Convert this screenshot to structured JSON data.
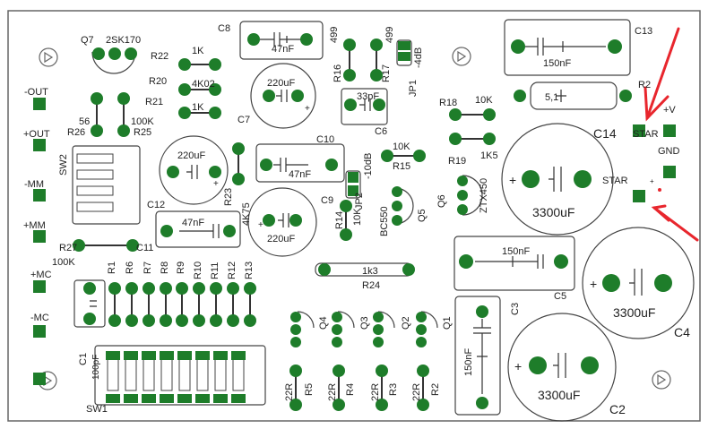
{
  "labels": [
    {
      "id": "q7",
      "text": "Q7"
    },
    {
      "id": "q7v",
      "text": "2SK170"
    },
    {
      "id": "r22",
      "text": "R22"
    },
    {
      "id": "r22v",
      "text": "1K"
    },
    {
      "id": "r20",
      "text": "R20"
    },
    {
      "id": "r20v",
      "text": "4K02"
    },
    {
      "id": "r21",
      "text": "R21"
    },
    {
      "id": "r21v",
      "text": "1K"
    },
    {
      "id": "c8",
      "text": "C8"
    },
    {
      "id": "c8v",
      "text": "47nF"
    },
    {
      "id": "r16v",
      "text": "499"
    },
    {
      "id": "r17v",
      "text": "499"
    },
    {
      "id": "r16",
      "text": "R16"
    },
    {
      "id": "r17",
      "text": "R17"
    },
    {
      "id": "jp1v",
      "text": "-4dB"
    },
    {
      "id": "jp1",
      "text": "JP1"
    },
    {
      "id": "c13",
      "text": "C13"
    },
    {
      "id": "c13v",
      "text": "150nF"
    },
    {
      "id": "r2x",
      "text": "R2"
    },
    {
      "id": "r5v",
      "text": "5,1"
    },
    {
      "id": "outm",
      "text": "-OUT"
    },
    {
      "id": "outp",
      "text": "+OUT"
    },
    {
      "id": "r26v",
      "text": "56"
    },
    {
      "id": "r26",
      "text": "R26"
    },
    {
      "id": "r25v",
      "text": "100K"
    },
    {
      "id": "r25",
      "text": "R25"
    },
    {
      "id": "c7v",
      "text": "220uF"
    },
    {
      "id": "c7",
      "text": "C7"
    },
    {
      "id": "c6v",
      "text": "33pF"
    },
    {
      "id": "c6",
      "text": "C6"
    },
    {
      "id": "r18",
      "text": "R18"
    },
    {
      "id": "r18v",
      "text": "10K"
    },
    {
      "id": "c14",
      "text": "C14"
    },
    {
      "id": "star1",
      "text": "STAR"
    },
    {
      "id": "pv",
      "text": "+V"
    },
    {
      "id": "gnd",
      "text": "GND"
    },
    {
      "id": "star2",
      "text": "STAR"
    },
    {
      "id": "sw2",
      "text": "SW2"
    },
    {
      "id": "c12v",
      "text": "220uF"
    },
    {
      "id": "c12",
      "text": "C12"
    },
    {
      "id": "c10",
      "text": "C10"
    },
    {
      "id": "c10v",
      "text": "47nF"
    },
    {
      "id": "jp2v",
      "text": "-10dB"
    },
    {
      "id": "jp2",
      "text": "JP2"
    },
    {
      "id": "r15v",
      "text": "10K"
    },
    {
      "id": "r15",
      "text": "R15"
    },
    {
      "id": "r19",
      "text": "R19"
    },
    {
      "id": "r19v",
      "text": "1K5"
    },
    {
      "id": "q6",
      "text": "Q6"
    },
    {
      "id": "q6v",
      "text": "ZTX450"
    },
    {
      "id": "c14v",
      "text": "3300uF"
    },
    {
      "id": "mmm",
      "text": "-MM"
    },
    {
      "id": "mmp",
      "text": "+MM"
    },
    {
      "id": "r23",
      "text": "R23"
    },
    {
      "id": "r23v",
      "text": "4K75"
    },
    {
      "id": "c9",
      "text": "C9"
    },
    {
      "id": "c9v",
      "text": "220uF"
    },
    {
      "id": "r14",
      "text": "R14"
    },
    {
      "id": "r14v",
      "text": "10K"
    },
    {
      "id": "q5v",
      "text": "BC550"
    },
    {
      "id": "q5",
      "text": "Q5"
    },
    {
      "id": "c11v",
      "text": "47nF"
    },
    {
      "id": "r27",
      "text": "R27"
    },
    {
      "id": "c11",
      "text": "C11"
    },
    {
      "id": "r27v",
      "text": "100K"
    },
    {
      "id": "c5v",
      "text": "150nF"
    },
    {
      "id": "c5",
      "text": "C5"
    },
    {
      "id": "c4v",
      "text": "3300uF"
    },
    {
      "id": "c4",
      "text": "C4"
    },
    {
      "id": "r1",
      "text": "R1"
    },
    {
      "id": "r6",
      "text": "R6"
    },
    {
      "id": "r7",
      "text": "R7"
    },
    {
      "id": "r8",
      "text": "R8"
    },
    {
      "id": "r9",
      "text": "R9"
    },
    {
      "id": "r10",
      "text": "R10"
    },
    {
      "id": "r11",
      "text": "R11"
    },
    {
      "id": "r12",
      "text": "R12"
    },
    {
      "id": "r13",
      "text": "R13"
    },
    {
      "id": "r24v",
      "text": "1k3"
    },
    {
      "id": "r24",
      "text": "R24"
    },
    {
      "id": "mcp",
      "text": "+MC"
    },
    {
      "id": "mcm",
      "text": "-MC"
    },
    {
      "id": "q4",
      "text": "Q4"
    },
    {
      "id": "q3",
      "text": "Q3"
    },
    {
      "id": "q2",
      "text": "Q2"
    },
    {
      "id": "q1",
      "text": "Q1"
    },
    {
      "id": "c3",
      "text": "C3"
    },
    {
      "id": "c3v",
      "text": "150nF"
    },
    {
      "id": "c1",
      "text": "C1"
    },
    {
      "id": "c1v",
      "text": "100pF"
    },
    {
      "id": "r5",
      "text": "R5"
    },
    {
      "id": "r4",
      "text": "R4"
    },
    {
      "id": "r3",
      "text": "R3"
    },
    {
      "id": "r2",
      "text": "R2"
    },
    {
      "id": "r22r5",
      "text": "22R"
    },
    {
      "id": "r22r4",
      "text": "22R"
    },
    {
      "id": "r22r3",
      "text": "22R"
    },
    {
      "id": "r22r2",
      "text": "22R"
    },
    {
      "id": "c2v",
      "text": "3300uF"
    },
    {
      "id": "c2",
      "text": "C2"
    },
    {
      "id": "sw1",
      "text": "SW1"
    }
  ],
  "colors": {
    "pad": "#1e7d2a",
    "pad_hole": "#ffffff",
    "outline": "#444444",
    "arrow": "#e8262d",
    "board_edge": "#555555"
  }
}
